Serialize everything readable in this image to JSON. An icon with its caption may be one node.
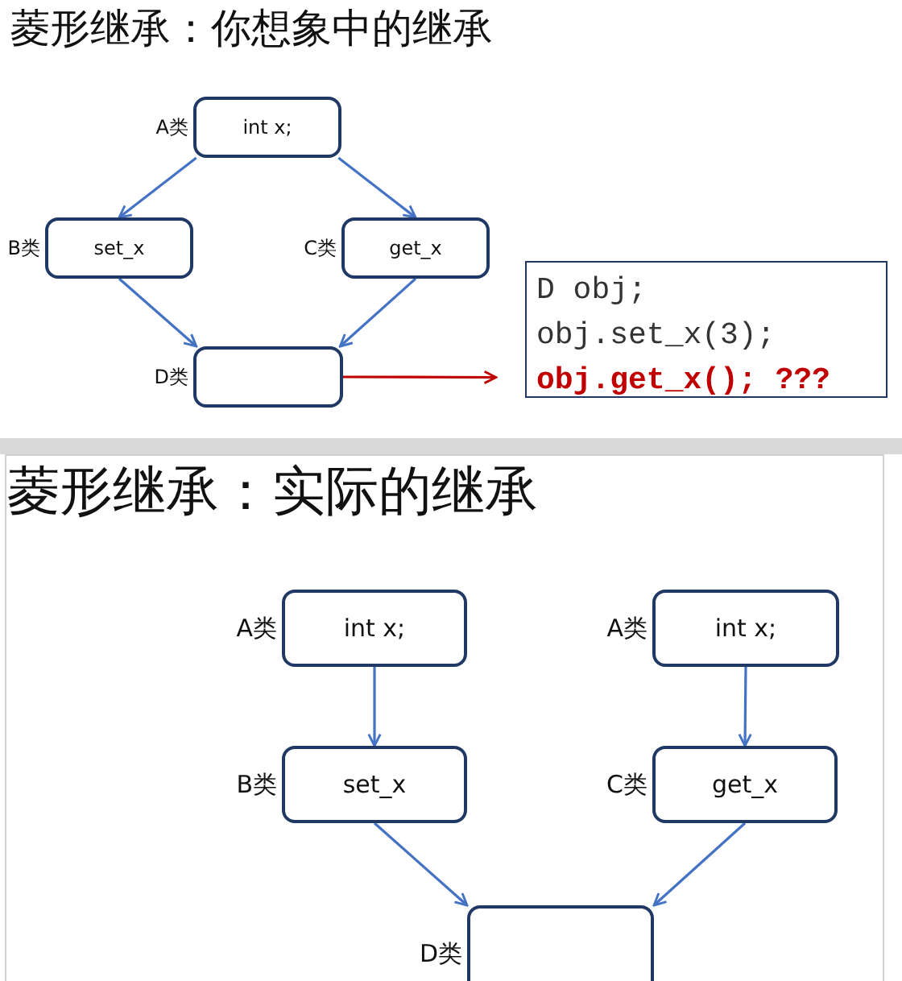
{
  "diagram": {
    "title": "菱形继承：你想象中的继承",
    "nodes": [
      {
        "text": [
          "A类",
          "int x;"
        ]
      },
      {
        "text": [
          "B类",
          "set_x"
        ]
      },
      {
        "text": [
          "C类",
          "get_x"
        ]
      },
      {
        "text": [
          "D类"
        ]
      },
      {
        "text": [
          "D obj;",
          "obj.set_x(3);",
          "obj.get_x(); ???"
        ]
      },
      {
        "text": [
          "A类",
          "int x;"
        ]
      },
      {
        "text": [
          "A类",
          "int x;"
        ]
      },
      {
        "text": [
          "B类",
          "set_x"
        ]
      },
      {
        "text": [
          "C类",
          "get_x"
        ]
      },
      {
        "text": [
          "D类"
        ]
      }
    ],
    "edges": [
      {
        "from": 0,
        "to": 1,
        "arrow": "to"
      },
      {
        "from": 0,
        "to": 2,
        "arrow": "to"
      },
      {
        "from": 1,
        "to": 3,
        "arrow": "to"
      },
      {
        "from": 2,
        "to": 3,
        "arrow": "to"
      },
      {
        "from": 3,
        "to": 4,
        "arrow": "to",
        "color": "#c00000"
      },
      {
        "from": 5,
        "to": 7,
        "arrow": "to"
      },
      {
        "from": 6,
        "to": 8,
        "arrow": "to"
      },
      {
        "from": 7,
        "to": 9,
        "arrow": "to"
      },
      {
        "from": 8,
        "to": 9,
        "arrow": "to"
      }
    ],
    "labels": [
      "菱形继承：实际的继承"
    ]
  }
}
